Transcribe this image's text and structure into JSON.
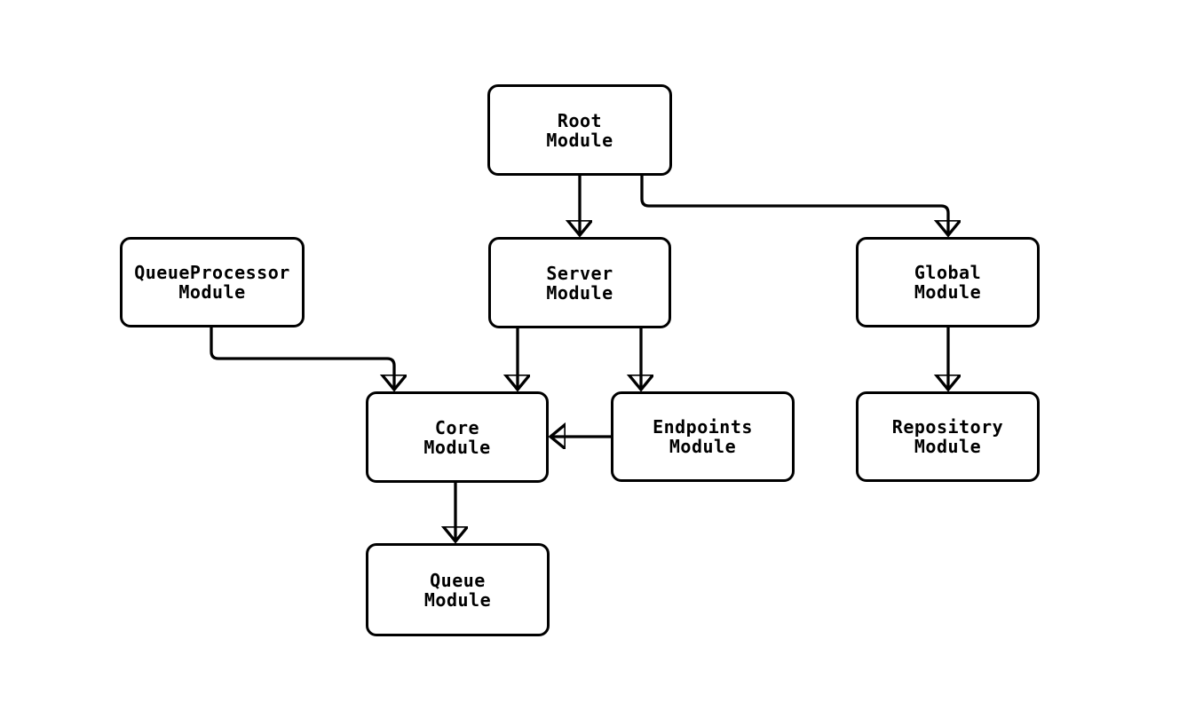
{
  "diagram": {
    "type": "flowchart",
    "background_color": "#ffffff",
    "node_fill_color": "#ffffff",
    "node_border_color": "#000000",
    "edge_color": "#000000",
    "text_color": "#000000"
  },
  "nodes": [
    {
      "id": "root",
      "line1": "Root",
      "line2": "Module",
      "label": "Root Module"
    },
    {
      "id": "queueprocessor",
      "line1": "QueueProcessor",
      "line2": "Module",
      "label": "QueueProcessor Module"
    },
    {
      "id": "server",
      "line1": "Server",
      "line2": "Module",
      "label": "Server Module"
    },
    {
      "id": "global",
      "line1": "Global",
      "line2": "Module",
      "label": "Global Module"
    },
    {
      "id": "core",
      "line1": "Core",
      "line2": "Module",
      "label": "Core Module"
    },
    {
      "id": "endpoints",
      "line1": "Endpoints",
      "line2": "Module",
      "label": "Endpoints Module"
    },
    {
      "id": "repository",
      "line1": "Repository",
      "line2": "Module",
      "label": "Repository Module"
    },
    {
      "id": "queue",
      "line1": "Queue",
      "line2": "Module",
      "label": "Queue Module"
    }
  ],
  "edges": [
    {
      "from": "Root Module",
      "to": "Server Module"
    },
    {
      "from": "Root Module",
      "to": "Global Module"
    },
    {
      "from": "QueueProcessor Module",
      "to": "Core Module"
    },
    {
      "from": "Server Module",
      "to": "Core Module"
    },
    {
      "from": "Server Module",
      "to": "Endpoints Module"
    },
    {
      "from": "Endpoints Module",
      "to": "Core Module"
    },
    {
      "from": "Global Module",
      "to": "Repository Module"
    },
    {
      "from": "Core Module",
      "to": "Queue Module"
    }
  ]
}
